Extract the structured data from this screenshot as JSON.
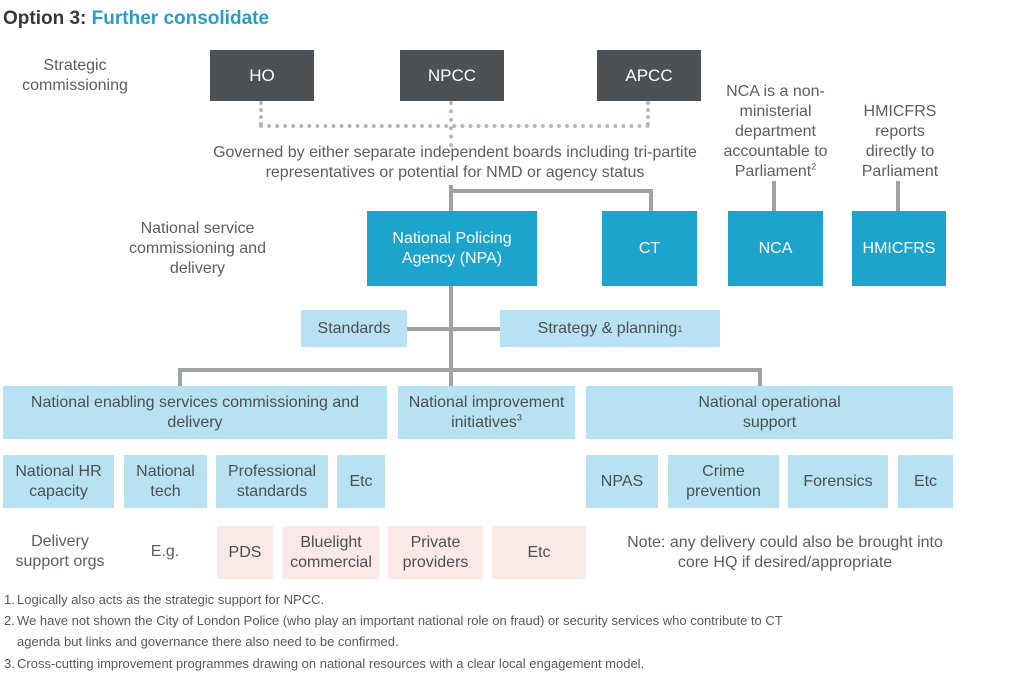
{
  "title": {
    "prefix": "Option 3:",
    "accent": "Further consolidate"
  },
  "row_labels": {
    "strategic": "Strategic commissioning",
    "national_service": "National service commissioning and delivery",
    "delivery_support": "Delivery support orgs",
    "eg": "E.g."
  },
  "strategic_bodies": [
    "HO",
    "NPCC",
    "APCC"
  ],
  "governance_text": "Governed by either separate independent boards including tri-partite representatives or potential for NMD or agency status",
  "nca_note": {
    "text": "NCA is a non-ministerial department accountable to Parliament",
    "sup": "2"
  },
  "hmicfrs_note": "HMICFRS reports directly to Parliament",
  "national_bodies": {
    "npa": "National Policing Agency (NPA)",
    "ct": "CT",
    "nca": "NCA",
    "hmicfrs": "HMICFRS"
  },
  "npa_functions": {
    "standards": "Standards",
    "strategy": {
      "text": "Strategy & planning",
      "sup": "1"
    }
  },
  "pillars": {
    "enabling": "National enabling services commissioning and delivery",
    "improvement": {
      "text": "National improvement initiatives",
      "sup": "3"
    },
    "operational": "National operational support"
  },
  "enabling_services": [
    "National HR capacity",
    "National tech",
    "Professional standards",
    "Etc"
  ],
  "operational_services": [
    "NPAS",
    "Crime prevention",
    "Forensics",
    "Etc"
  ],
  "delivery_orgs": [
    "PDS",
    "Bluelight commercial",
    "Private providers",
    "Etc"
  ],
  "delivery_note": "Note: any delivery could also be brought into core HQ if desired/appropriate",
  "footnotes": [
    {
      "num": "1.",
      "text": "Logically also acts as the strategic support for NPCC."
    },
    {
      "num": "2.",
      "text": "We have not shown the City of London Police (who play an important national role on fraud) or security services who contribute to CT",
      "cont": "agenda but links and governance there also need to be confirmed."
    },
    {
      "num": "3.",
      "text": "Cross-cutting improvement programmes drawing on national resources with a clear local engagement model."
    }
  ],
  "colors": {
    "accent": "#2a9cc6",
    "dark_box": "#4b5154",
    "teal_box": "#1ca4cc",
    "light_box": "#b8e2f2",
    "pink_box": "#fbe9e8",
    "connector": "#9ea3a6"
  }
}
